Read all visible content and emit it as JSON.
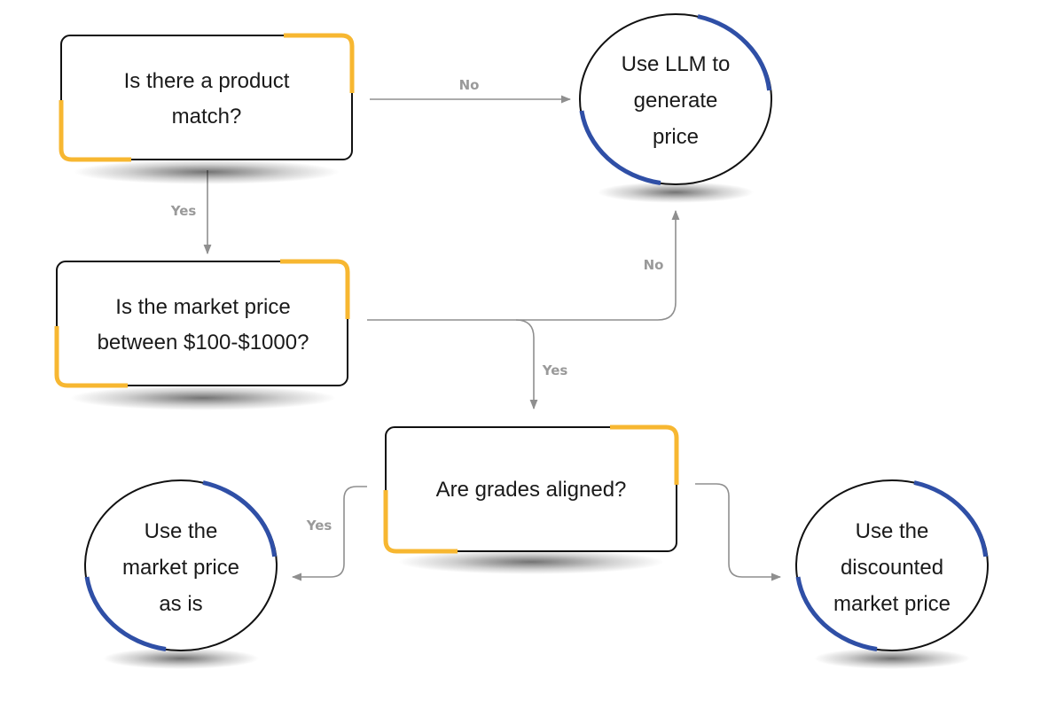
{
  "colors": {
    "decision_accent": "#F7B731",
    "outcome_accent": "#2F4FA6",
    "edge": "#8f8f8f",
    "edge_label": "#9a9a9a"
  },
  "nodes": {
    "q_product_match": {
      "lines": [
        "Is there a product",
        "match?"
      ]
    },
    "q_price_range": {
      "lines": [
        "Is the market price",
        "between $100-$1000?"
      ]
    },
    "q_grades": {
      "lines": [
        "Are grades aligned?"
      ]
    },
    "o_llm": {
      "lines": [
        "Use LLM to",
        "generate",
        "price"
      ]
    },
    "o_market": {
      "lines": [
        "Use the",
        "market price",
        "as is"
      ]
    },
    "o_discounted": {
      "lines": [
        "Use the",
        "discounted",
        "market price"
      ]
    }
  },
  "edges": {
    "match_no": "No",
    "match_yes": "Yes",
    "range_no": "No",
    "range_yes": "Yes",
    "grades_yes": "Yes"
  }
}
